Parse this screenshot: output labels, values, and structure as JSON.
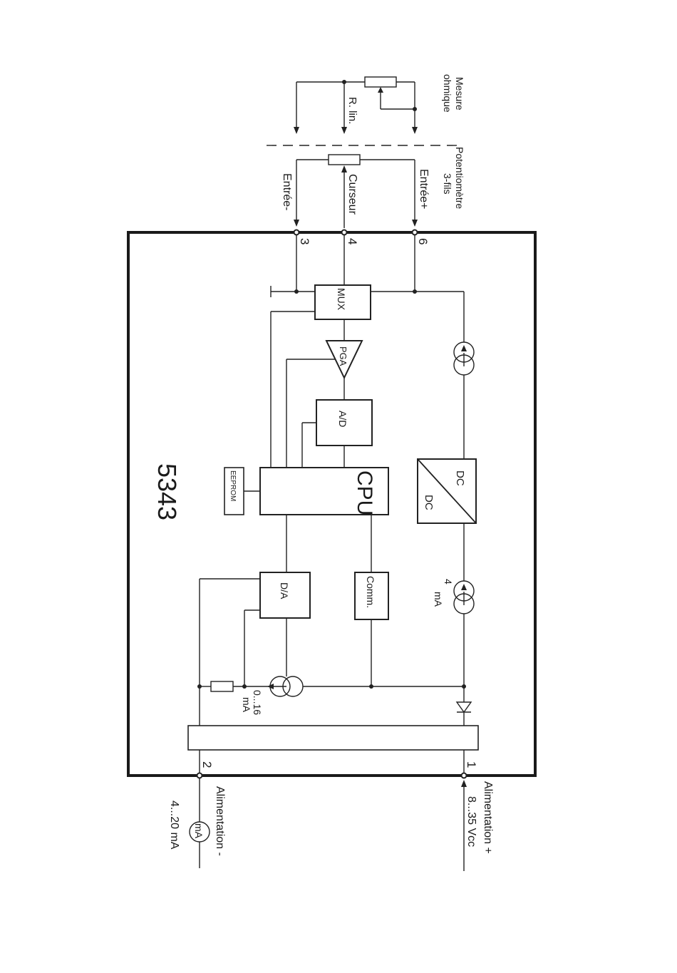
{
  "title": "5343",
  "blocks": {
    "mux": "MUX",
    "pga": "PGA",
    "ad": "A/D",
    "cpu": "CPU",
    "eeprom": "EEPROM",
    "dcdc_in": "DC",
    "dcdc_out": "DC",
    "da": "D/A",
    "comm": "Comm."
  },
  "labels": {
    "mesure_ohmique_1": "Mesure",
    "mesure_ohmique_2": "ohmique",
    "potentiometre_1": "Potentiomètre",
    "potentiometre_2": "3-fils",
    "r_lin": "R. lin.",
    "entree_minus": "Entrée-",
    "curseur": "Curseur",
    "entree_plus": "Entrée+",
    "source_4ma_1": "4",
    "source_4ma_2": "mA",
    "source_016_1": "0...16",
    "source_016_2": "mA",
    "alim_plus": "Alimentation +",
    "alim_plus_range": "8...35 Vcc",
    "alim_minus": "Alimentation -",
    "alim_minus_range": "4...20 mA",
    "meter": "mA"
  },
  "terminals": {
    "t3": "3",
    "t4": "4",
    "t6": "6",
    "t1": "1",
    "t2": "2"
  }
}
